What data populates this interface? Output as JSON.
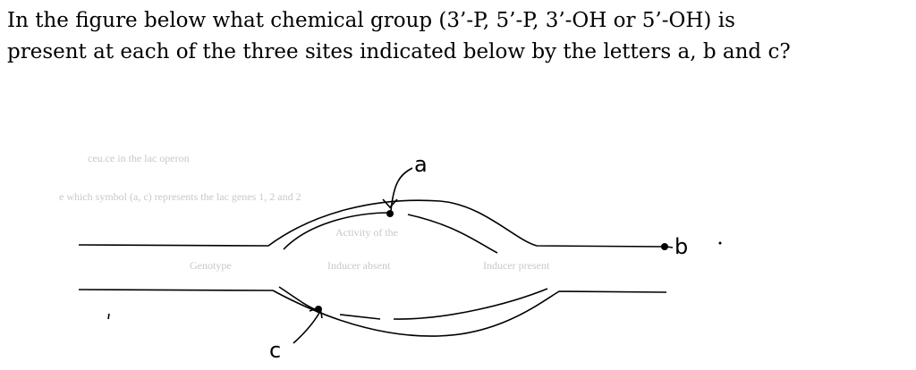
{
  "question": {
    "line1": "In the figure below what chemical group (3’-P, 5’-P, 3’-OH or 5’-OH) is",
    "line2": "present at each of the three sites indicated below by the letters a, b and c?"
  },
  "diagram": {
    "label_a": "a",
    "label_b": "b",
    "label_c": "c",
    "bleed_through": {
      "t1": "ceu.ce in the lac operon",
      "t2": "e which symbol (a,    c) represents          the lac genes 1, 2 and 2",
      "t3": "Activity of the",
      "t4": "Genotype",
      "t5": "Inducer absent",
      "t6": "Inducer present"
    }
  }
}
